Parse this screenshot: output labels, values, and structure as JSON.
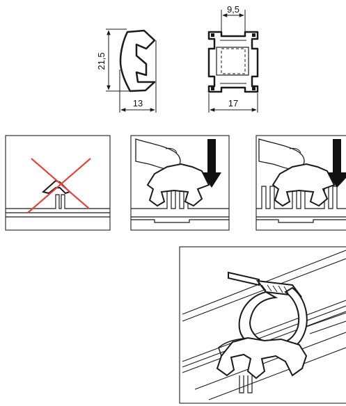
{
  "dimensions": {
    "side_height": "21,5",
    "side_width": "13",
    "front_slot_width": "9,5",
    "front_width": "17"
  },
  "colors": {
    "line": "#1a1a1a",
    "cross": "#e0463c",
    "panel_border": "#333333"
  },
  "panels": [
    {
      "id": "wrong-mounting",
      "marker": "red-cross"
    },
    {
      "id": "press-in-single",
      "marker": "down-arrow"
    },
    {
      "id": "press-in-multi",
      "marker": "down-arrow"
    },
    {
      "id": "clip-with-strap-isometric",
      "marker": "none"
    }
  ]
}
